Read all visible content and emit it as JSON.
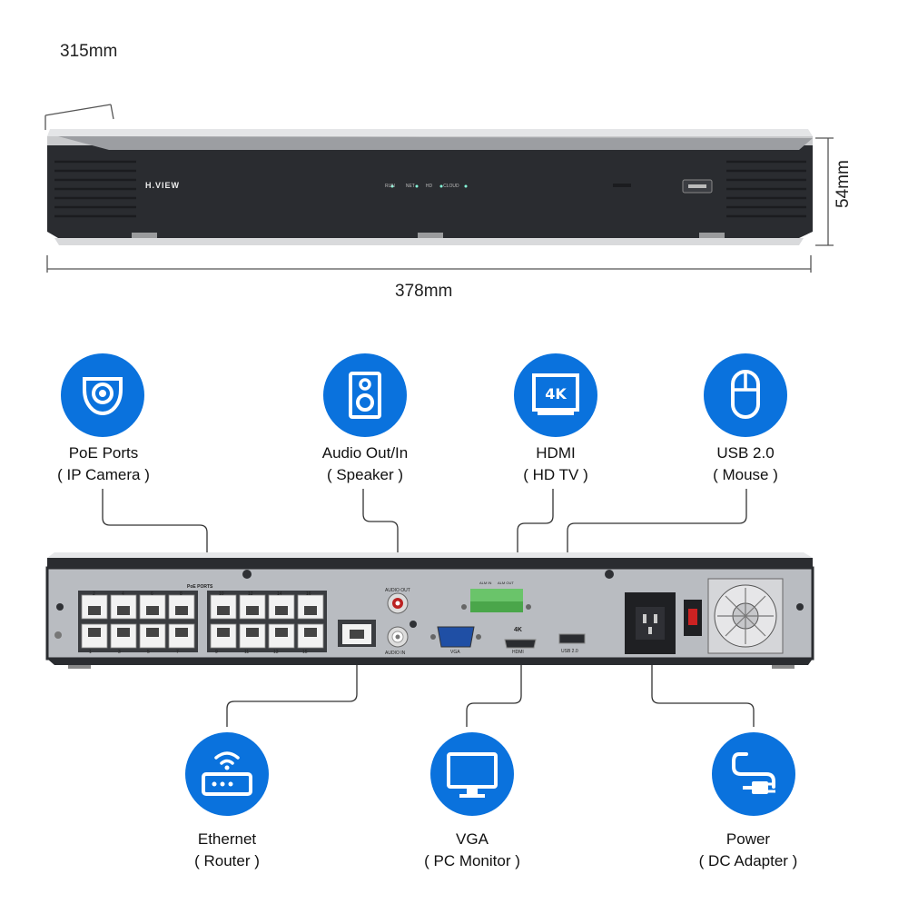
{
  "dimensions": {
    "depth": "315mm",
    "height": "54mm",
    "width": "378mm"
  },
  "front_panel": {
    "brand": "H.VIEW",
    "indicators": [
      "RUN",
      "NET",
      "HD",
      "CLOUD"
    ]
  },
  "rear_panel": {
    "poe_ports_label": "PoE PORTS",
    "top_port_numbers": [
      "2",
      "4",
      "6",
      "8",
      "10",
      "12",
      "14",
      "16"
    ],
    "bottom_port_numbers": [
      "1",
      "3",
      "5",
      "7",
      "9",
      "11",
      "13",
      "15"
    ],
    "audio_out": "AUDIO OUT",
    "audio_in": "AUDIO IN",
    "vga": "VGA",
    "hdmi": "HDMI",
    "hdmi_4k": "4K",
    "usb": "USB 2.0",
    "alarm_in": "ALM IN",
    "alarm_out": "ALM OUT"
  },
  "features_top": [
    {
      "icon": "dome-camera-icon",
      "line1": "PoE Ports",
      "line2": "( IP Camera )"
    },
    {
      "icon": "speaker-icon",
      "line1": "Audio Out/In",
      "line2": "( Speaker )"
    },
    {
      "icon": "4k-monitor-icon",
      "line1": "HDMI",
      "line2": "( HD TV )"
    },
    {
      "icon": "mouse-icon",
      "line1": "USB 2.0",
      "line2": "( Mouse )"
    }
  ],
  "features_bottom": [
    {
      "icon": "router-icon",
      "line1": "Ethernet",
      "line2": "( Router )"
    },
    {
      "icon": "monitor-icon",
      "line1": "VGA",
      "line2": "( PC Monitor )"
    },
    {
      "icon": "power-plug-icon",
      "line1": "Power",
      "line2": "( DC Adapter )"
    }
  ],
  "colors": {
    "accent": "#0a72dd",
    "chassis": "#2a2c30",
    "rear_plate": "#b9bcc1"
  }
}
